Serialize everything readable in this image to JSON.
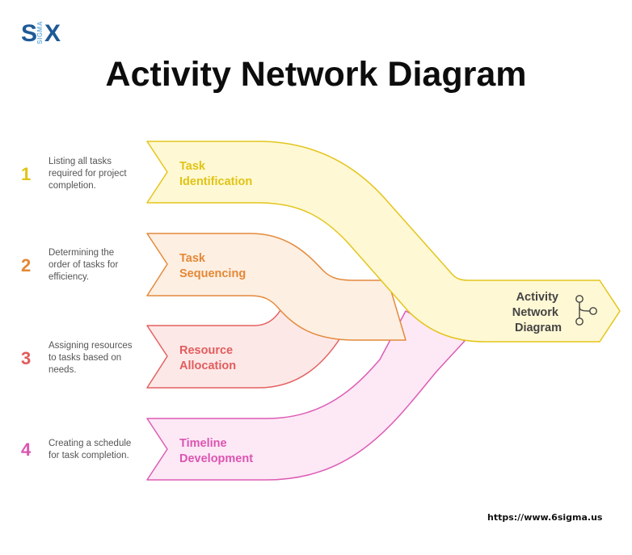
{
  "logo": {
    "left": "S",
    "middle": "SIGMA",
    "right": "X"
  },
  "title": "Activity Network Diagram",
  "steps": [
    {
      "number": "1",
      "description_lines": [
        "Listing all tasks",
        "required for project",
        "completion."
      ],
      "label_lines": [
        "Task",
        "Identification"
      ],
      "color": "#e0c414",
      "fill": "#fff8d4",
      "stroke": "#e3c51c"
    },
    {
      "number": "2",
      "description_lines": [
        "Determining the",
        "order of tasks for",
        "efficiency."
      ],
      "label_lines": [
        "Task",
        "Sequencing"
      ],
      "color": "#e48836",
      "fill": "#fdefe2",
      "stroke": "#e48a3c"
    },
    {
      "number": "3",
      "description_lines": [
        "Assigning resources",
        "to tasks based on",
        "needs."
      ],
      "label_lines": [
        "Resource",
        "Allocation"
      ],
      "color": "#e25c5c",
      "fill": "#fde8e8",
      "stroke": "#e46060"
    },
    {
      "number": "4",
      "description_lines": [
        "Creating a schedule",
        "for task completion."
      ],
      "label_lines": [
        "Timeline",
        "Development"
      ],
      "color": "#db55b0",
      "fill": "#fde8f6",
      "stroke": "#dd5cb4"
    }
  ],
  "target": {
    "label_lines": [
      "Activity",
      "Network",
      "Diagram"
    ],
    "icon": "network-branch-icon",
    "text_color": "#444444"
  },
  "footer": {
    "url": "https://www.6sigma.us"
  }
}
